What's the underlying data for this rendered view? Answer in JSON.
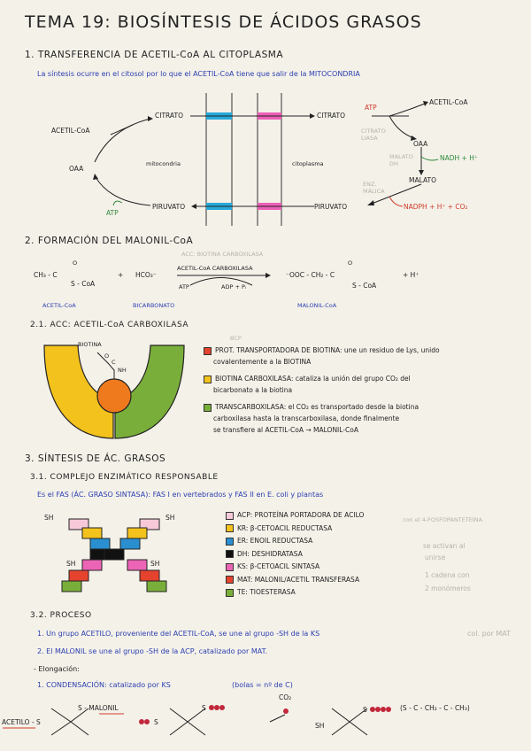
{
  "title": "TEMA 19: BIOSÍNTESIS DE ÁCIDOS GRASOS",
  "s1": {
    "heading": "1. TRANSFERENCIA DE ACETIL-CoA AL CITOPLASMA",
    "note": "La síntesis ocurre en el citosol por lo que el ACETIL-CoA tiene que salir de la MITOCONDRIA",
    "mito": {
      "citrato": "CITRATO",
      "acetil": "ACETIL-CoA",
      "oaa": "OAA",
      "piruvato": "PIRUVATO",
      "atp": "ATP",
      "region": "mitocondria"
    },
    "cyto": {
      "region": "citoplasma",
      "citrato": "CITRATO",
      "atp": "ATP",
      "acetil": "ACETIL-CoA",
      "liasa": "CITRATO LIASA",
      "oaa": "OAA",
      "malato_dh": "MALATO DH",
      "nadh": "NADH + H⁺",
      "malato": "MALATO",
      "malica": "ENZ. MÁLICA",
      "nadph": "NADPH + H⁺ + CO₂",
      "piruvato": "PIRUVATO"
    }
  },
  "s2": {
    "heading": "2. FORMACIÓN DEL MALONIL-CoA",
    "acc_top": "ACC: BIOTINA CARBOXILASA",
    "acc_mid": "ACETIL-CoA CARBOXILASA",
    "atp": "ATP",
    "adp": "ADP + Pᵢ",
    "lhs1": "CH₃ - C",
    "lhs1b": "S - CoA",
    "plus1": "+",
    "hco3": "HCO₃⁻",
    "rhs": "⁻OOC - CH₂ - C",
    "rhsb": "S - CoA",
    "plus2": "+ H⁺",
    "name1": "ACETIL-CoA",
    "name2": "BICARBONATO",
    "name3": "MALONIL-CoA",
    "o": "O"
  },
  "s21": {
    "heading": "2.1. ACC: ACETIL-CoA CARBOXILASA",
    "biotina": "BIOTINA",
    "nh": "NH",
    "c": "C",
    "o": "O",
    "bcp": "BCP",
    "items": [
      {
        "color": "#e5432e",
        "text": "PROT. TRANSPORTADORA DE BIOTINA: une un residuo de Lys, unido",
        "text2": "covalentemente a la BIOTINA"
      },
      {
        "color": "#f3c21c",
        "text": "BIOTINA CARBOXILASA: cataliza la unión del grupo CO₂ del",
        "text2": "bicarbonato a la biotina"
      },
      {
        "color": "#7aae3a",
        "text": "TRANSCARBOXILASA: el CO₂ es transportado desde la biotina",
        "text2": "carboxilasa hasta la transcarboxilasa, donde finalmente",
        "text3": "se transfiere al ACETIL-CoA → MALONIL-CoA"
      }
    ]
  },
  "s3": {
    "heading": "3. SÍNTESIS DE ÁC. GRASOS",
    "sub1": "3.1. COMPLEJO ENZIMÁTICO RESPONSABLE",
    "note": "Es el FAS (ÁC. GRASO SINTASA): FAS I en vertebrados y FAS II en E. coli y plantas",
    "sh": "SH",
    "legend": [
      {
        "color": "#f7c9d8",
        "text": "ACP: PROTEÍNA PORTADORA DE ACILO"
      },
      {
        "color": "#f3c21c",
        "text": "KR: β-CETOACIL REDUCTASA"
      },
      {
        "color": "#2a8fd0",
        "text": "ER: ENOIL REDUCTASA"
      },
      {
        "color": "#111111",
        "text": "DH: DESHIDRATASA"
      },
      {
        "color": "#ec64b6",
        "text": "KS: β-CETOACIL SINTASA"
      },
      {
        "color": "#e5432e",
        "text": "MAT: MALONIL/ACETIL TRANSFERASA"
      },
      {
        "color": "#7aae3a",
        "text": "TE: TIOESTERASA"
      }
    ],
    "side1": "con el 4-FOSFOPANTETEÍNA",
    "side2": "se activan al",
    "side3": "unirse",
    "side4": "1 cadena con",
    "side5": "2 monómeros",
    "sub2": "3.2. PROCESO",
    "step1": "1. Un grupo ACETILO, proveniente del ACETIL-CoA, se une al grupo -SH de la KS",
    "step1b": "col. por MAT",
    "step2": "2. El MALONIL se une al grupo -SH de la ACP, catalizado por MAT.",
    "elong": "- Elongación:",
    "cond": "1. CONDENSACIÓN: catalizado por KS",
    "cond_note": "(bolas = nº de C)",
    "acetilo_s": "ACETILO - S",
    "s_malonil": "S - MALONIL",
    "co2": "CO₂",
    "formula": "(S - C - CH₂ - C - CH₃)",
    "s_label": "S",
    "sh_label": "SH"
  }
}
